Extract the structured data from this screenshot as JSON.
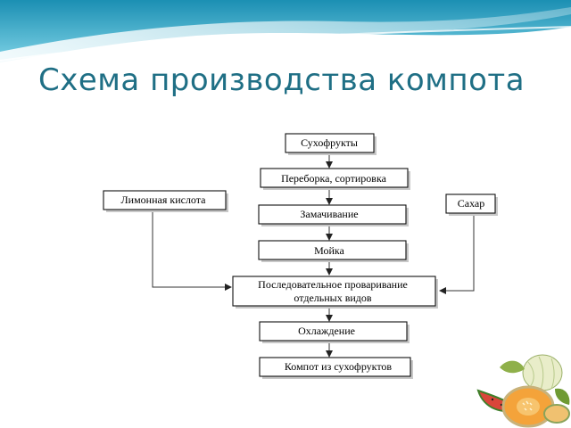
{
  "slide": {
    "title": "Схема производства компота"
  },
  "flowchart": {
    "steps": [
      "Сухофрукты",
      "Переборка, сортировка",
      "Замачивание",
      "Мойка",
      "Последовательное проваривание",
      "отдельных видов",
      "Охлаждение",
      "Компот из сухофруктов"
    ],
    "inputs": {
      "left": "Лимонная кислота",
      "right": "Сахар"
    }
  },
  "colors": {
    "title": "#1f6f85",
    "banner": "#2aa7c9"
  },
  "decor": {
    "banner_image": "teal-swoosh-banner",
    "corner_image": "melon-fruit-illustration"
  }
}
